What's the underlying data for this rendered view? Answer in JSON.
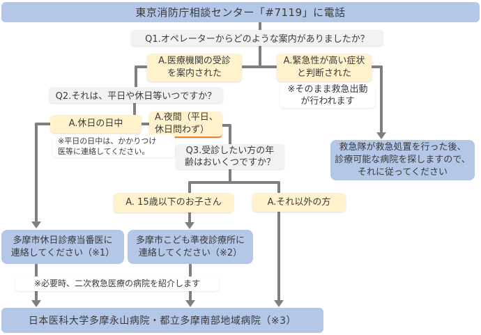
{
  "colors": {
    "banner_blue": "#B4C7E7",
    "answer_yellow": "#FFF2CC",
    "question_gray": "#F2F2F2",
    "note_white": "#FFFFFF",
    "connector_gray": "#7F7F7F",
    "accent_orange": "#ED7D31",
    "text_dark": "#3A3A3A"
  },
  "flow": {
    "banner": "東京消防庁相談センター「#7119」に電話",
    "q1": "Q1.オペレーターからどのような案内がありましたか？",
    "a_medical": "A.医療機関の受診\nを案内された",
    "a_urgent": "A.緊急性が高い症状\nと判断された",
    "note_dispatch": "※そのまま救急出動\nが行われます",
    "q2": "Q2.それは、平日や休日等いつですか？",
    "a_holiday_daytime": "A.休日の日中",
    "a_night": "A.夜間（平日、\n休日問わず）",
    "note_weekday": "※平日の日中は、かかりつけ\n医等に連絡してください。",
    "q3": "Q3.受診したい方の年\n齢はおいくつですか？",
    "result_ambulance": "救急隊が救急処置を行った後、\n診療可能な病院を探しますので、\nそれに従ってください",
    "a_child": "A. 15歳以下のお子さん",
    "a_other": "A.それ以外の方",
    "result_holiday_doctor": "多摩市休日診療当番医に\n連絡してください（※1）",
    "result_child_clinic": "多摩市こども準夜診療所に\n連絡してください（※2）",
    "note_secondary": "※必要時、二次救急医療の病院を紹介します",
    "final_hospitals": "日本医科大学多摩永山病院・都立多摩南部地域病院（※3）"
  }
}
